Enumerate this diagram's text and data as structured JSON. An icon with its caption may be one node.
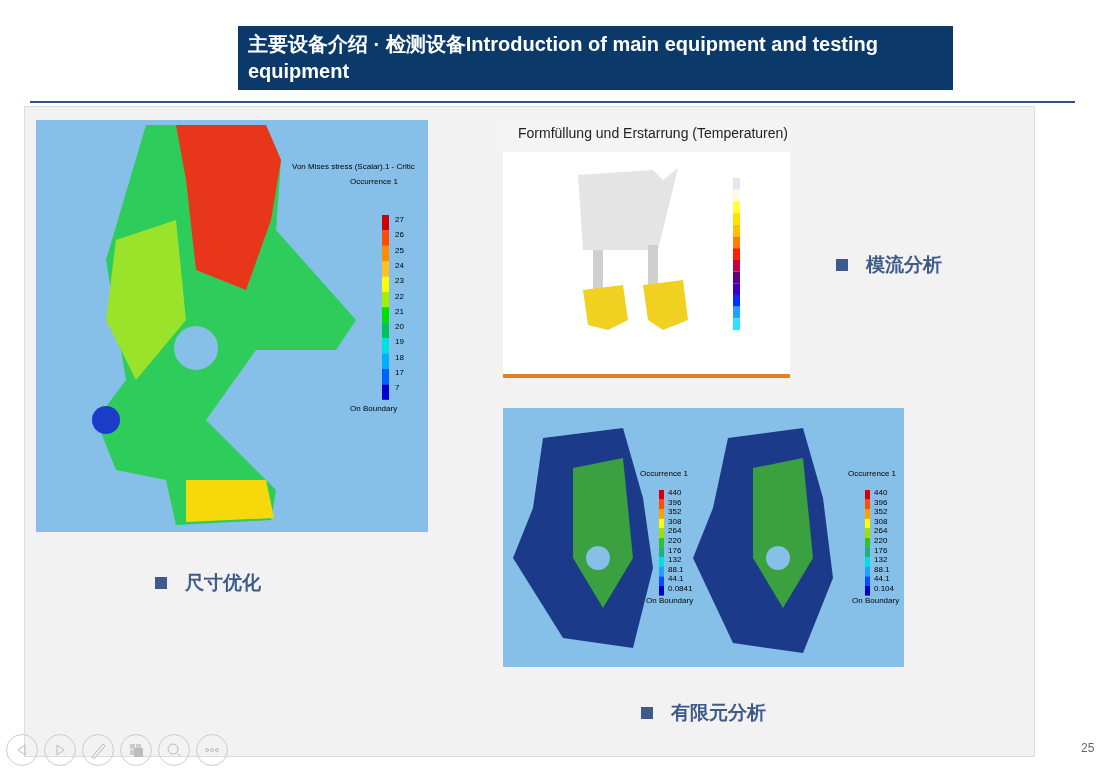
{
  "diagram": {
    "title": "主要设备介绍 · 检测设备Introduction of main equipment and testing equipment",
    "labels": [
      "Von Mises stress (Scalar).1 - Critic",
      "Occurrence 1",
      "27",
      "26",
      "25",
      "24",
      "23",
      "22",
      "21",
      "20",
      "19",
      "18",
      "17",
      "7",
      "On Boundary",
      "Formfüllung und Erstarrung (Temperaturen)",
      "模流分析",
      "尺寸优化",
      "Occurrence 1",
      "440",
      "396",
      "352",
      "308",
      "264",
      "220",
      "176",
      "132",
      "88.1",
      "44.1",
      "0.0841",
      "On Boundary",
      "Occurrence 1",
      "440",
      "396",
      "352",
      "308",
      "264",
      "220",
      "176",
      "132",
      "88.1",
      "44.1",
      "0.104",
      "On Boundary",
      "有限元分析",
      "25"
    ]
  }
}
